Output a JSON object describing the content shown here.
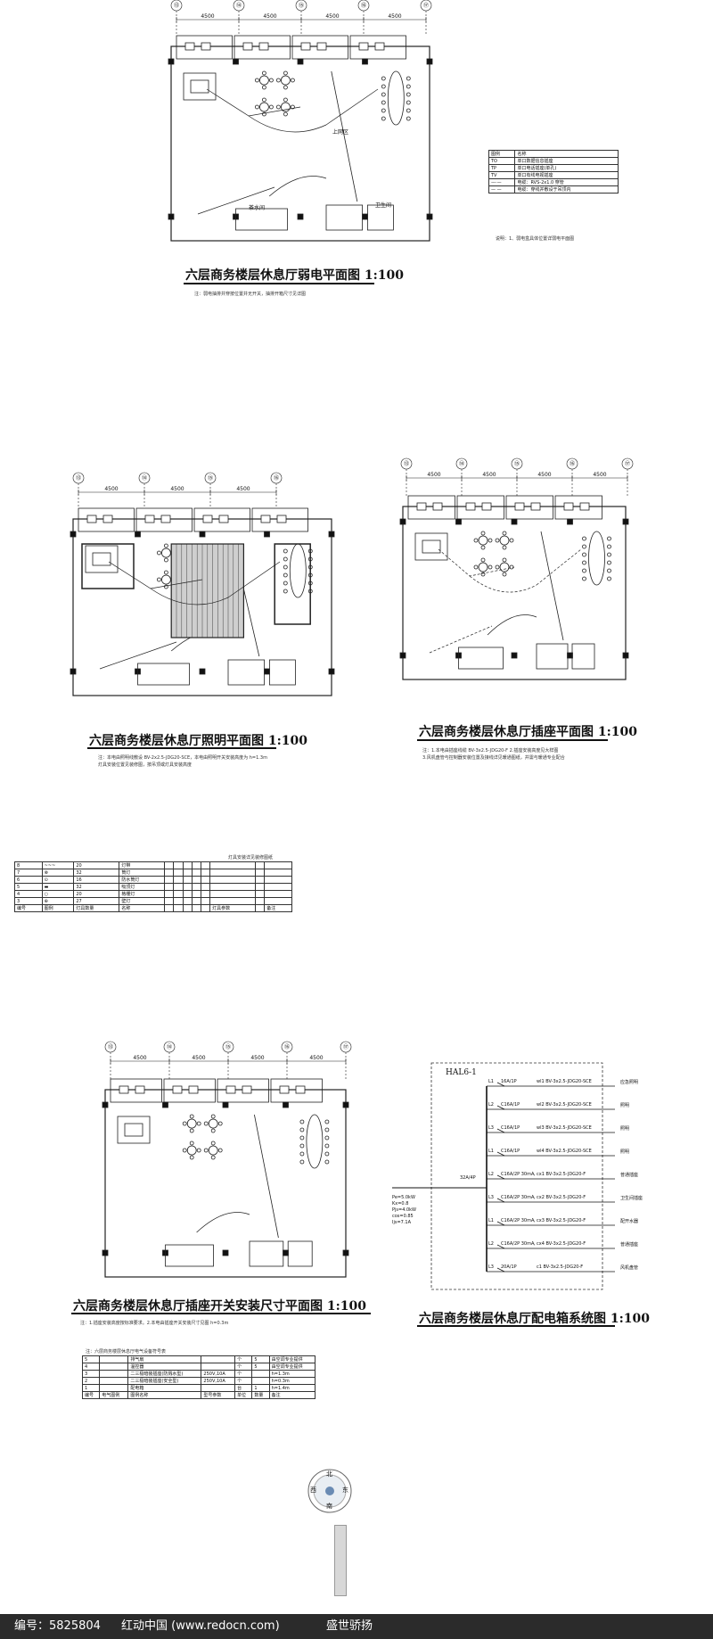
{
  "plans": {
    "weak_current": {
      "title": "六层商务楼层休息厅弱电平面图 1:100",
      "note": "注：弱电抽排井穿按位置并无开关，抽排开箱尺寸见详图",
      "dims": [
        "4500",
        "4500",
        "4500",
        "4500"
      ],
      "axes": [
        "⑬",
        "⑭",
        "⑮",
        "⑯",
        "⑰"
      ],
      "room_labels": [
        "上网区",
        "茶水间",
        "卫生间"
      ]
    },
    "lighting": {
      "title": "六层商务楼层休息厅照明平面图 1:100",
      "note1": "注：本电由照明线敷设 BV-2x2.5-JDG20-SCE，本电由照明开关安装高度为 h=1.3m",
      "note2": "灯具安装位置见装修图，按吊顶或灯具安装高度",
      "dims": [
        "4500",
        "4500",
        "4500",
        "4500"
      ],
      "axes": [
        "⑬",
        "⑭",
        "⑮",
        "⑯"
      ]
    },
    "socket": {
      "title": "六层商务楼层休息厅插座平面图 1:100",
      "note1": "注：1.本电由插座线缆 BV-3x2.5-JDG20-F  2.插座安装高度见大样图",
      "note2": "3.风机盘管与控制器安装位置及接线详见暖通图纸，并需与暖通专业配合",
      "dims": [
        "4500",
        "4500",
        "4500",
        "4500"
      ],
      "axes": [
        "⑬",
        "⑭",
        "⑮",
        "⑯",
        "⑰"
      ]
    },
    "socket_switch": {
      "title": "六层商务楼层休息厅插座开关安装尺寸平面图 1:100",
      "note": "注：1.插座安装高度按标准要求。2.本电由插座开关安装尺寸见图 h=0.3m",
      "dims": [
        "4500",
        "4500",
        "4500",
        "4500"
      ],
      "axes": [
        "⑬",
        "⑭",
        "⑮",
        "⑯",
        "⑰"
      ]
    }
  },
  "weak_legend": {
    "headers": [
      "图例",
      "名称"
    ],
    "rows": [
      [
        "TO",
        "单口数据信息插座"
      ],
      [
        "TP",
        "单口电话插座(单孔)"
      ],
      [
        "TV",
        "单口有线电视插座"
      ],
      [
        "—·—",
        "电缆：RVS-2x1.0 穿管"
      ],
      [
        "— —",
        "电缆：穿线并敷设于吊顶内"
      ]
    ],
    "note": "说明：1、弱电盒具体位置详弱电平面图"
  },
  "lighting_legend": {
    "caption": "灯具安装详见装修图纸",
    "rows": [
      [
        "8",
        "~~~",
        "20",
        "灯带",
        "",
        "",
        "",
        "",
        "",
        "",
        "",
        ""
      ],
      [
        "7",
        "⊗",
        "32",
        "筒灯",
        "",
        "",
        "",
        "",
        "",
        "",
        "",
        ""
      ],
      [
        "6",
        "⊙",
        "16",
        "防水筒灯",
        "",
        "",
        "",
        "",
        "",
        "",
        "",
        ""
      ],
      [
        "5",
        "▬",
        "32",
        "吸顶灯",
        "",
        "",
        "",
        "",
        "",
        "",
        "",
        ""
      ],
      [
        "4",
        "○",
        "20",
        "格栅灯",
        "",
        "",
        "",
        "",
        "",
        "",
        "",
        ""
      ],
      [
        "3",
        "⊕",
        "27",
        "壁灯",
        "",
        "",
        "",
        "",
        "",
        "",
        "",
        ""
      ]
    ],
    "footer": [
      "编号",
      "图例",
      "灯具数量",
      "名称",
      "",
      "",
      "",
      "",
      "",
      "灯具参数",
      "",
      "备注"
    ]
  },
  "socket_legend": {
    "caption": "注：六层商务楼层休息厅电气设备符号表",
    "rows": [
      [
        "5",
        "",
        "排气扇",
        "",
        "个",
        "5",
        "由空调专业提供"
      ],
      [
        "4",
        "",
        "温控器",
        "",
        "个",
        "5",
        "由空调专业提供"
      ],
      [
        "3",
        "",
        "二三极暗装插座(防溅水型)",
        "250V,10A",
        "个",
        "",
        "h=1.3m"
      ],
      [
        "2",
        "",
        "二三极暗装插座(安全型)",
        "250V,10A",
        "个",
        "",
        "h=0.3m"
      ],
      [
        "1",
        "",
        "配电箱",
        "",
        "台",
        "1",
        "h=1.4m"
      ]
    ],
    "footer": [
      "编号",
      "电气图例",
      "图例名称",
      "型号参数",
      "单位",
      "数量",
      "备注"
    ]
  },
  "panel": {
    "box_label": "HAL6-1",
    "title": "六层商务楼层休息厅配电箱系统图 1:100",
    "incoming": [
      "Pe=5.0kW",
      "Kx=0.8",
      "Pjs=4.0kW",
      "cos=0.85",
      "Ijs=7.1A"
    ],
    "main_breaker": "32A/4P",
    "circuits": [
      {
        "id": "L1",
        "breaker": "16A/1P",
        "cable": "wl1 BV-3x2.5-JDG20-SCE",
        "use": "应急照明"
      },
      {
        "id": "L2",
        "breaker": "C16A/1P",
        "cable": "wl2 BV-3x2.5-JDG20-SCE",
        "use": "照明"
      },
      {
        "id": "L3",
        "breaker": "C16A/1P",
        "cable": "wl3 BV-3x2.5-JDG20-SCE",
        "use": "照明"
      },
      {
        "id": "L1",
        "breaker": "C16A/1P",
        "cable": "wl4 BV-3x2.5-JDG20-SCE",
        "use": "照明"
      },
      {
        "id": "L2",
        "breaker": "C16A/2P 30mA/ELM",
        "cable": "cx1 BV-3x2.5-JDG20-F",
        "use": "普通插座"
      },
      {
        "id": "L3",
        "breaker": "C16A/2P 30mA/ELM",
        "cable": "cx2 BV-3x2.5-JDG20-F",
        "use": "卫生间插座"
      },
      {
        "id": "L1",
        "breaker": "C16A/2P 30mA/ELM",
        "cable": "cx3 BV-3x2.5-JDG20-F",
        "use": "配开水器"
      },
      {
        "id": "L2",
        "breaker": "C16A/2P 30mA/ELM",
        "cable": "cx4 BV-3x2.5-JDG20-F",
        "use": "普通插座"
      },
      {
        "id": "L3",
        "breaker": "20A/1P",
        "cable": "c1 BV-3x2.5-JDG20-F",
        "use": "风机盘管"
      }
    ]
  },
  "compass": {
    "labels": [
      "北",
      "东",
      "南",
      "西"
    ]
  },
  "footer": {
    "id_text": "编号：5825804",
    "site_text": "红动中国 (www.redocn.com)",
    "author_text": "盛世骄扬"
  }
}
